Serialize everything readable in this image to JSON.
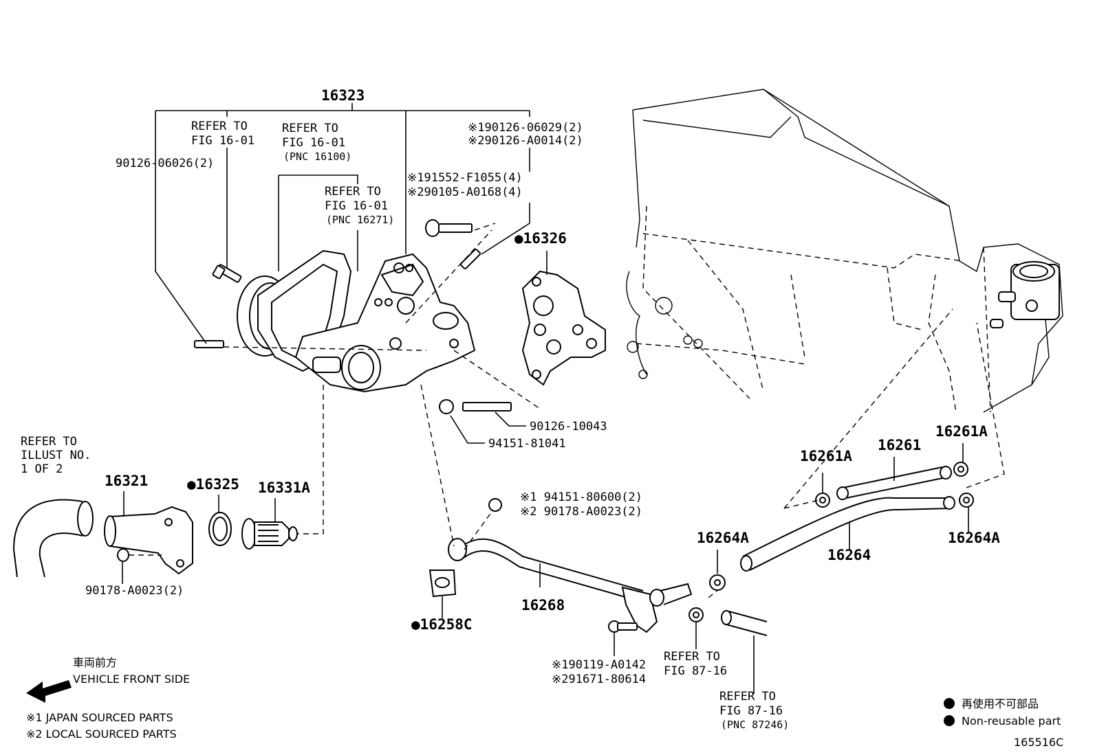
{
  "figure_id": "165516C",
  "labels": {
    "l16323": "16323",
    "refer1_a": "REFER TO",
    "refer1_b": "FIG 16-01",
    "refer2_a": "REFER TO",
    "refer2_b": "FIG 16-01",
    "refer2_c": "(PNC 16100)",
    "refer3_a": "REFER TO",
    "refer3_b": "FIG 16-01",
    "refer3_c": "(PNC 16271)",
    "l90126_06026": "90126-06026(2)",
    "l90126_06029": "※190126-06029(2)",
    "l90126_A0014": "※290126-A0014(2)",
    "l91552": "※191552-F1055(4)",
    "l90105": "※290105-A0168(4)",
    "l16326": "●16326",
    "l90126_10043": "90126-10043",
    "l94151_81041": "94151-81041",
    "refer_illust_a": "REFER TO",
    "refer_illust_b": "ILLUST NO.",
    "refer_illust_c": "1 OF 2",
    "l16321": "16321",
    "l16325": "●16325",
    "l16331A": "16331A",
    "l90178_A0023": "90178-A0023(2)",
    "l94151_80600": "※1 94151-80600(2)",
    "l90178_A0023_2": "※2 90178-A0023(2)",
    "l16268": "16268",
    "l16258C": "●16258C",
    "l90119": "※190119-A0142",
    "l91671": "※291671-80614",
    "refer8716a_a": "REFER TO",
    "refer8716a_b": "FIG 87-16",
    "refer8716b_a": "REFER TO",
    "refer8716b_b": "FIG 87-16",
    "refer8716b_c": "(PNC 87246)",
    "l16264A_a": "16264A",
    "l16264A_b": "16264A",
    "l16264": "16264",
    "l16261A_a": "16261A",
    "l16261A_b": "16261A",
    "l16261": "16261"
  },
  "legend": {
    "front_jp": "車両前方",
    "front_en": "VEHICLE FRONT SIDE",
    "japan_parts": "※1 JAPAN SOURCED PARTS",
    "local_parts": "※2 LOCAL SOURCED PARTS",
    "nonreuse_jp": "再使用不可部品",
    "nonreuse_en": "Non-reusable part"
  }
}
